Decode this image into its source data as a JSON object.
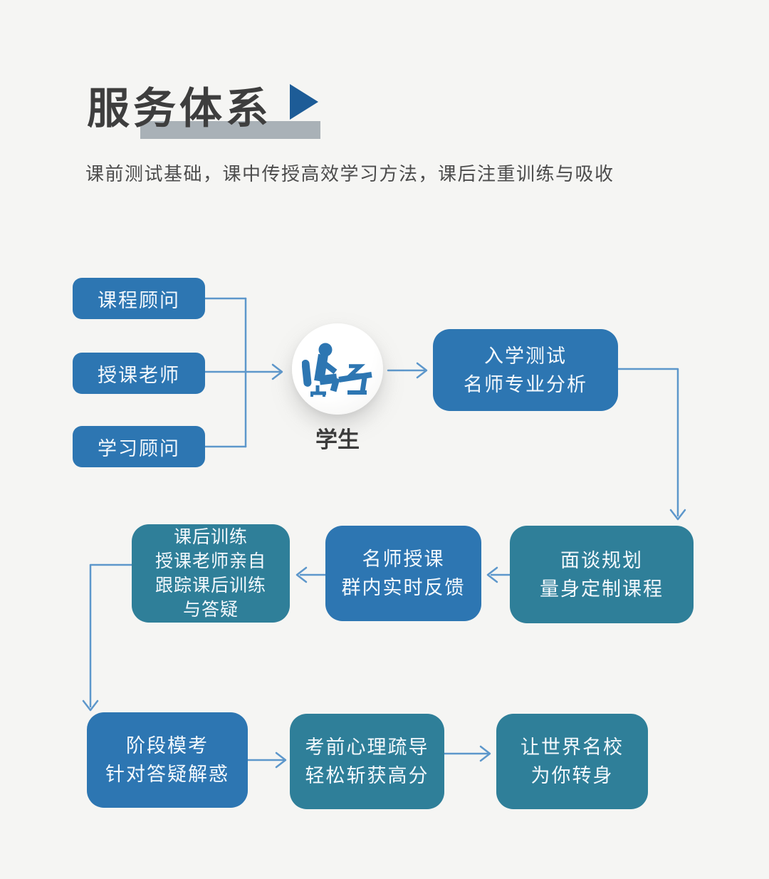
{
  "header": {
    "title": "服务体系",
    "subtitle": "课前测试基础，课中传授高效学习方法，课后注重训练与吸收",
    "title_arrow_icon": "play-triangle-icon",
    "underline_icon": "underline-bar"
  },
  "colors": {
    "page_bg": "#f5f5f3",
    "blue_box": "#2d76b2",
    "teal_box": "#2f7f99",
    "arrow": "#5d97cb",
    "title_text": "#3e3e3e",
    "triangle": "#1d5c97",
    "underline_bar": "#a9b1b7",
    "box_text": "#f4f9fd",
    "subtitle_text": "#4c4c4c",
    "student_label": "#3b3b3b"
  },
  "student": {
    "label": "学生",
    "icon": "student-at-desk-icon"
  },
  "nodes": {
    "course_advisor": {
      "text": "课程顾问"
    },
    "teacher": {
      "text": "授课老师"
    },
    "study_advisor": {
      "text": "学习顾问"
    },
    "entry_test": {
      "text": "入学测试\n名师专业分析"
    },
    "interview_plan": {
      "text": "面谈规划\n量身定制课程"
    },
    "live_teaching": {
      "text": "名师授课\n群内实时反馈"
    },
    "after_class": {
      "text": "课后训练\n授课老师亲自\n跟踪课后训练\n与答疑"
    },
    "mock_exam": {
      "text": "阶段模考\n针对答疑解惑"
    },
    "psych_guidance": {
      "text": "考前心理疏导\n轻松斩获高分"
    },
    "world_school": {
      "text": "让世界名校\n为你转身"
    }
  }
}
